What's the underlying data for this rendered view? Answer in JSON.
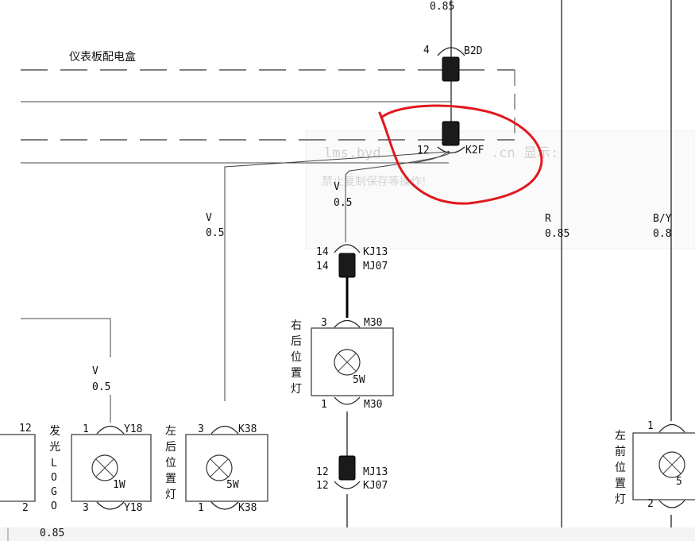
{
  "header": {
    "top_wire_spec": "0.85"
  },
  "box": {
    "label": "仪表板配电盒"
  },
  "connectors": {
    "b2d": {
      "pin": "4",
      "code": "B2D"
    },
    "k2f": {
      "pin": "12",
      "code": "K2F"
    },
    "kj13_mj07": {
      "pin_top": "14",
      "code_top": "KJ13",
      "pin_bottom": "14",
      "code_bottom": "MJ07"
    },
    "mj13_kj07": {
      "pin_top": "12",
      "code_top": "MJ13",
      "pin_bottom": "12",
      "code_bottom": "KJ07"
    }
  },
  "watermark": {
    "line1": "lms.byd",
    "line1b": ".cn 显示:",
    "line2": "禁止复制保存等操作!"
  },
  "wires": {
    "v05_center": {
      "color": "V",
      "size": "0.5"
    },
    "v05_left": {
      "color": "V",
      "size": "0.5"
    },
    "v05_logo": {
      "color": "V",
      "size": "0.5"
    },
    "r085": {
      "color": "R",
      "size": "0.85"
    },
    "by08": {
      "color": "B/Y",
      "size": "0.8"
    },
    "bottom_spec": "0.85"
  },
  "lamps": {
    "right_rear": {
      "label_chars": [
        "右",
        "后",
        "位",
        "置",
        "灯"
      ],
      "pin_top": "3",
      "code_top": "M30",
      "pin_bottom": "1",
      "code_bottom": "M30",
      "power": "5W"
    },
    "left_rear": {
      "label_chars": [
        "左",
        "后",
        "位",
        "置",
        "灯"
      ],
      "pin_top": "3",
      "code_top": "K38",
      "pin_bottom": "1",
      "code_bottom": "K38",
      "power": "5W"
    },
    "logo": {
      "label_chars": [
        "发",
        "光",
        "L",
        "O",
        "G",
        "O"
      ],
      "pin_top": "1",
      "code_top": "Y18",
      "pin_bottom": "3",
      "code_bottom": "Y18",
      "power": "1W"
    },
    "left_front": {
      "label_chars": [
        "左",
        "前",
        "位",
        "置",
        "灯"
      ],
      "pin_top": "1",
      "pin_bottom": "2",
      "power": "5"
    },
    "edge": {
      "pin_top": "12",
      "pin_bottom": "2"
    }
  },
  "annotation": {
    "color": "#e0191f"
  }
}
